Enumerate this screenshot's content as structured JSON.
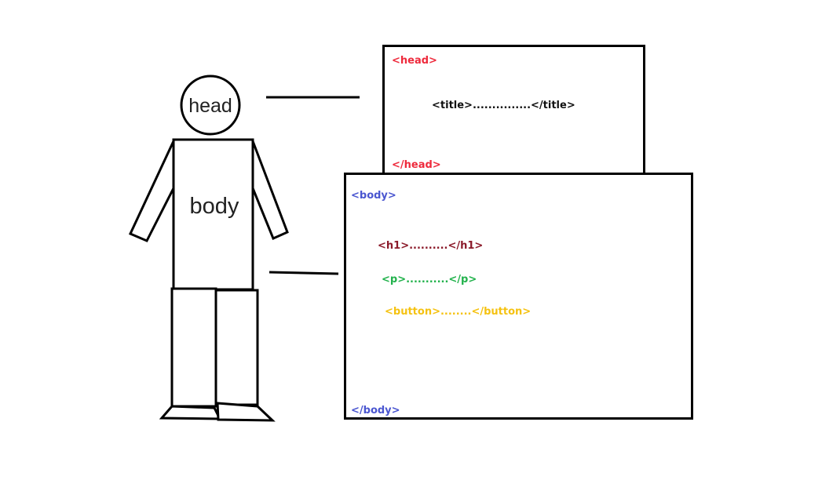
{
  "figure": {
    "head_label": "head",
    "body_label": "body"
  },
  "head_box": {
    "open_tag": "<head>",
    "title_line": "<title>...............</title>",
    "close_tag": "</head>"
  },
  "body_box": {
    "open_tag": "<body>",
    "h1_line": "<h1>..........</h1>",
    "p_line": "<p>...........</p>",
    "button_line": "<button>........</button>",
    "close_tag": "</body>"
  },
  "colors": {
    "head_tag": "#ee2a3c",
    "title_tag": "#111111",
    "body_tag": "#4a56d0",
    "h1_tag": "#8b1a2a",
    "p_tag": "#22b24c",
    "button_tag": "#f5c211",
    "stroke": "#000000"
  }
}
